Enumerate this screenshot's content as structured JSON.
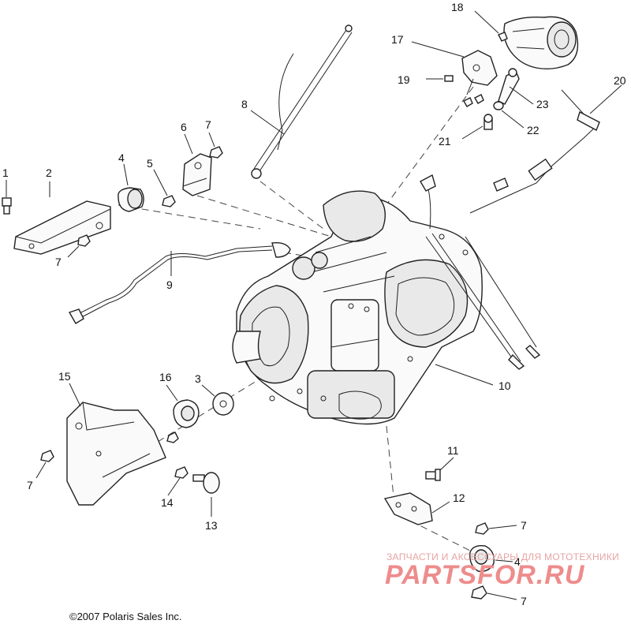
{
  "diagram": {
    "callouts": [
      "1",
      "2",
      "3",
      "4",
      "5",
      "6",
      "7",
      "8",
      "9",
      "10",
      "11",
      "12",
      "13",
      "14",
      "15",
      "16",
      "17",
      "18",
      "19",
      "20",
      "21",
      "22",
      "23"
    ],
    "repeat_callouts": {
      "seven": "7",
      "four": "4"
    }
  },
  "footer": {
    "copyright": "©2007 Polaris Sales Inc."
  },
  "watermark": {
    "tagline": "ЗАПЧАСТИ И АКСЕССУАРЫ ДЛЯ МОТОТЕХНИКИ",
    "brand": "PARTSFOR.RU",
    "color": "#ee8c8c"
  }
}
